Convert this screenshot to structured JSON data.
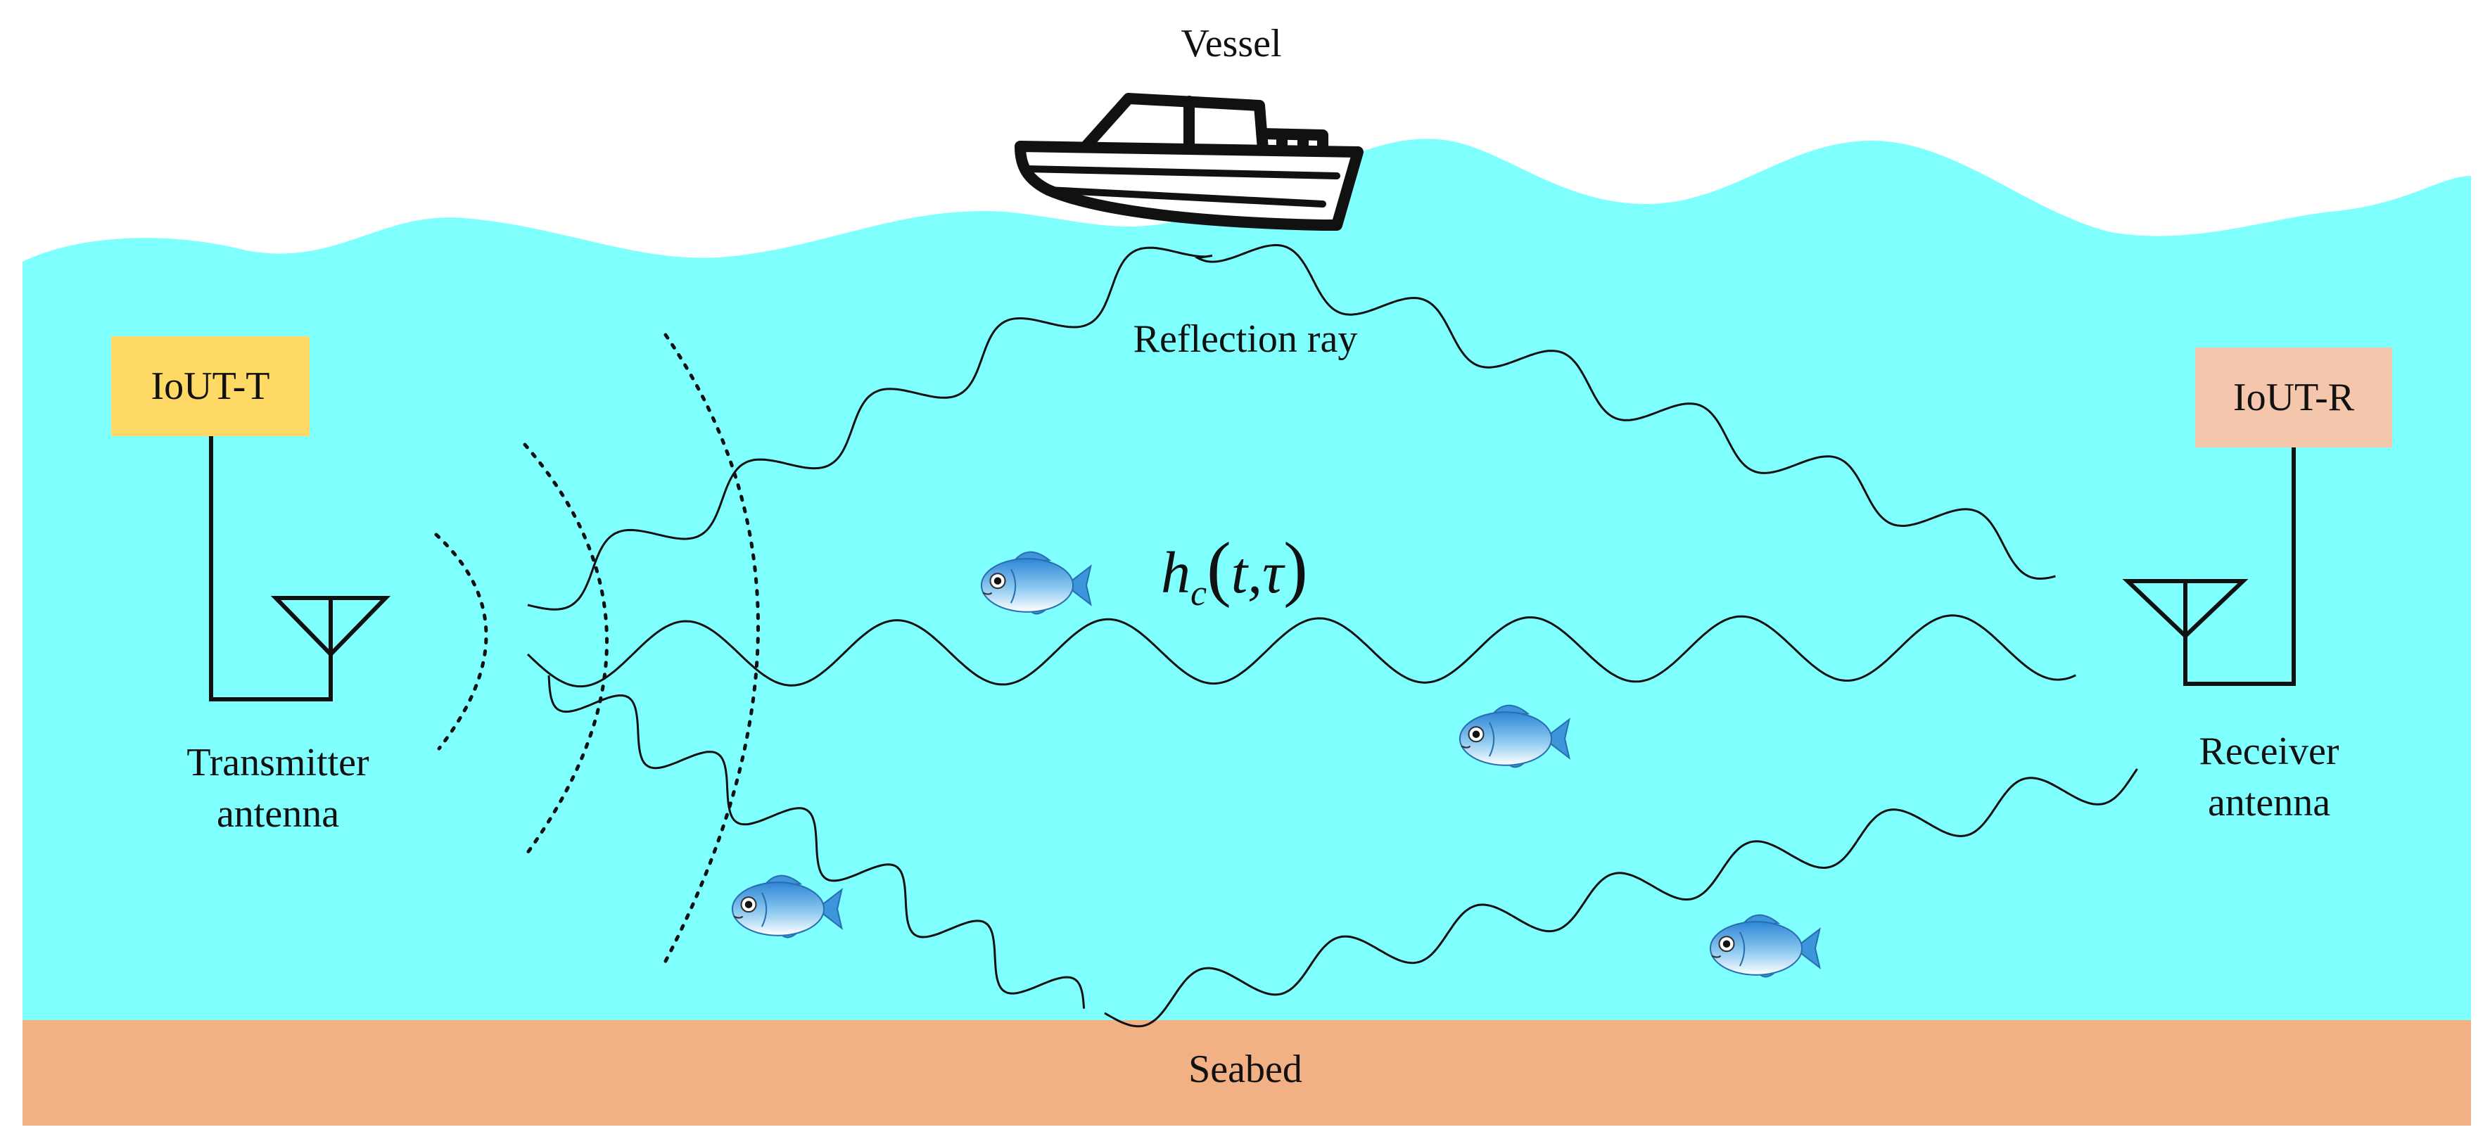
{
  "labels": {
    "vessel": "Vessel",
    "reflection_ray": "Reflection ray",
    "transmitter_line1": "Transmitter",
    "transmitter_line2": "antenna",
    "receiver_line1": "Receiver",
    "receiver_line2": "antenna",
    "seabed": "Seabed"
  },
  "nodes": {
    "transmitter": "IoUT-T",
    "receiver": "IoUT-R"
  },
  "channel": {
    "symbol": "h",
    "subscript": "c",
    "args": "t,τ"
  },
  "colors": {
    "water": "#80ffff",
    "seabed": "#f2b085",
    "transmitter_box": "#ffd966",
    "receiver_box": "#f4c7ac",
    "fish_body": "#4aa8e8",
    "line": "#111111"
  },
  "icons": [
    "vessel-icon",
    "fish-icon",
    "antenna-icon"
  ]
}
